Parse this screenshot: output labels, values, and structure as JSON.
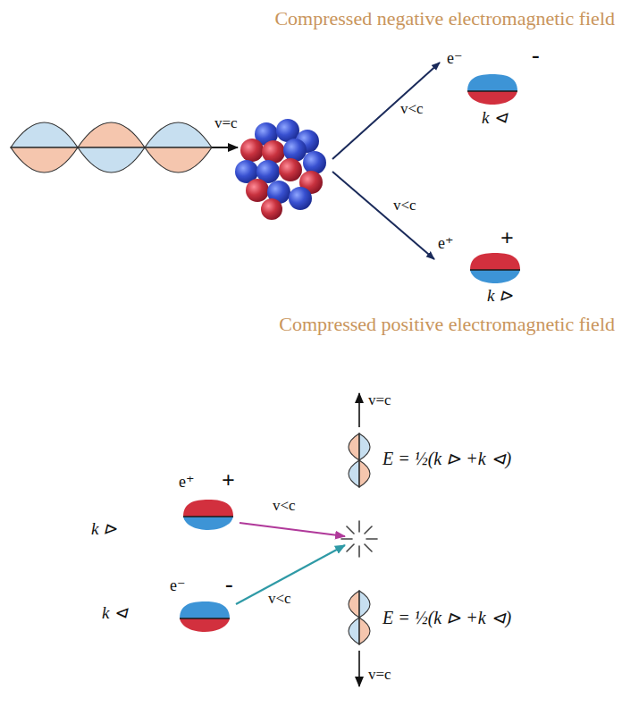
{
  "diagram": {
    "nodes": [
      {
        "text": [
          "e⁻",
          "-",
          "k ⊲"
        ]
      },
      {
        "text": [
          "e⁺",
          "+",
          "k ⊳"
        ]
      },
      {
        "text": [
          "e⁺",
          "+",
          "k ⊳"
        ]
      },
      {
        "text": [
          "e⁻",
          "-",
          "k ⊲"
        ]
      }
    ],
    "labels": [
      "Compressed negative electromagnetic field",
      "v=c",
      "v<c",
      "v<c",
      "Compressed positive electromagnetic field",
      "v=c",
      "E = ½(k ⊳ +k ⊲)",
      "v<c",
      "v<c",
      "E = ½(k ⊳ +k ⊲)",
      "v=c"
    ]
  }
}
